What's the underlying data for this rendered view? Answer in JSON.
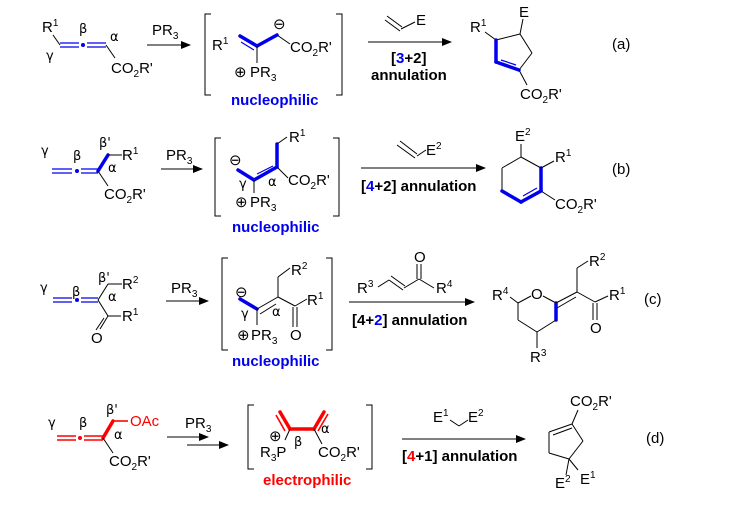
{
  "colors": {
    "nucleophilic": "#0000ee",
    "electrophilic": "#ff0000",
    "text": "#000000",
    "background": "#ffffff"
  },
  "reactions": [
    {
      "tag": "(a)",
      "reagent": "PR3",
      "reactant_labels": {
        "r1": "R",
        "r1_sup": "1",
        "gamma": "γ",
        "beta": "β",
        "alpha": "α",
        "ester": "CO",
        "ester_sub": "2",
        "ester_end": "R'"
      },
      "intermediate": {
        "r1": "R",
        "r1_sup": "1",
        "charge_minus": "⊖",
        "charge_plus": "⊕",
        "p": "PR",
        "p_sub": "3",
        "ester": "CO",
        "ester_sub": "2",
        "ester_end": "R'",
        "character": "nucleophilic"
      },
      "partner": {
        "e": "E"
      },
      "annulation_prefix": "[",
      "annulation_hl": "3",
      "annulation_rest": "+2]",
      "annulation_word": "annulation",
      "product": {
        "r1": "R",
        "r1_sup": "1",
        "e": "E",
        "ester": "CO",
        "ester_sub": "2",
        "ester_end": "R'"
      }
    },
    {
      "tag": "(b)",
      "reagent": "PR3",
      "reactant_labels": {
        "gamma": "γ",
        "beta": "β",
        "beta_prime": "β'",
        "alpha": "α",
        "r1": "R",
        "r1_sup": "1",
        "ester": "CO",
        "ester_sub": "2",
        "ester_end": "R'"
      },
      "intermediate": {
        "r1": "R",
        "r1_sup": "1",
        "charge_minus": "⊖",
        "charge_plus": "⊕",
        "gamma": "γ",
        "alpha": "α",
        "p": "PR",
        "p_sub": "3",
        "ester": "CO",
        "ester_sub": "2",
        "ester_end": "R'",
        "character": "nucleophilic"
      },
      "partner": {
        "e": "E",
        "e_sup": "2"
      },
      "annulation_prefix": "[",
      "annulation_hl": "4",
      "annulation_rest": "+2] annulation",
      "product": {
        "e": "E",
        "e_sup": "2",
        "r1": "R",
        "r1_sup": "1",
        "ester": "CO",
        "ester_sub": "2",
        "ester_end": "R'"
      }
    },
    {
      "tag": "(c)",
      "reagent": "PR3",
      "reactant_labels": {
        "gamma": "γ",
        "beta": "β",
        "beta_prime": "β'",
        "alpha": "α",
        "r2": "R",
        "r2_sup": "2",
        "r1": "R",
        "r1_sup": "1",
        "o": "O"
      },
      "intermediate": {
        "r2": "R",
        "r2_sup": "2",
        "r1": "R",
        "r1_sup": "1",
        "charge_minus": "⊖",
        "charge_plus": "⊕",
        "gamma": "γ",
        "alpha": "α",
        "p": "PR",
        "p_sub": "3",
        "o": "O",
        "character": "nucleophilic"
      },
      "partner": {
        "r3": "R",
        "r3_sup": "3",
        "r4": "R",
        "r4_sup": "4",
        "o": "O"
      },
      "annulation_prefix": "[4+",
      "annulation_hl": "2",
      "annulation_rest": "] annulation",
      "product": {
        "r4": "R",
        "r4_sup": "4",
        "o_ring": "O",
        "r2": "R",
        "r2_sup": "2",
        "r1": "R",
        "r1_sup": "1",
        "o": "O",
        "r3": "R",
        "r3_sup": "3"
      }
    },
    {
      "tag": "(d)",
      "reagent": "PR3",
      "reactant_labels": {
        "gamma": "γ",
        "beta": "β",
        "beta_prime": "β'",
        "alpha": "α",
        "oac": "OAc",
        "ester": "CO",
        "ester_sub": "2",
        "ester_end": "R'"
      },
      "intermediate": {
        "r3p": "R",
        "r3p_sub": "3",
        "p": "P",
        "charge_plus": "⊕",
        "beta": "β",
        "alpha": "α",
        "ester": "CO",
        "ester_sub": "2",
        "ester_end": "R'",
        "character": "electrophilic"
      },
      "partner": {
        "e1": "E",
        "e1_sup": "1",
        "e2": "E",
        "e2_sup": "2"
      },
      "annulation_prefix": "[",
      "annulation_hl": "4",
      "annulation_rest": "+1] annulation",
      "product": {
        "ester": "CO",
        "ester_sub": "2",
        "ester_end": "R'",
        "e2": "E",
        "e2_sup": "2",
        "e1": "E",
        "e1_sup": "1"
      }
    }
  ]
}
